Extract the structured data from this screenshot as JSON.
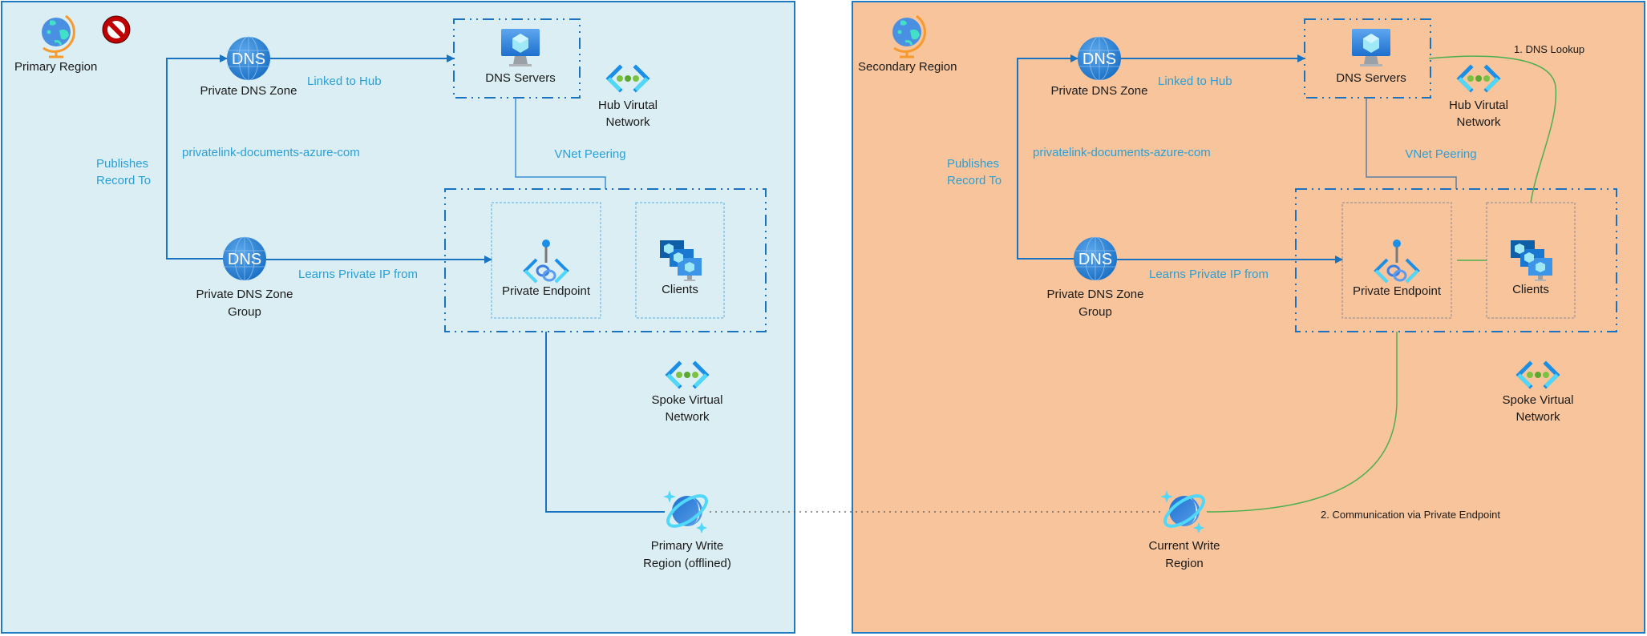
{
  "colors": {
    "primary_panel_bg": "#dbeef4",
    "secondary_panel_bg": "#f8c49b",
    "panel_border": "#1f7ac4",
    "connector_blue": "#1a73c0",
    "label_blue": "#2aa0d6",
    "flow_green": "#4caf50",
    "peering_slate": "#5a7ea6",
    "offline_red": "#c00000"
  },
  "panels": [
    {
      "id": "primary",
      "region_label": "Primary Region",
      "region_icon": "globe-icon",
      "status_icon": "no-entry-icon",
      "dns_zone": {
        "label": "Private DNS Zone",
        "icon_text": "DNS"
      },
      "dns_zone_group": {
        "label_line1": "Private DNS Zone",
        "label_line2": "Group",
        "icon_text": "DNS"
      },
      "linked_to_hub": "Linked to Hub",
      "publishes_line1": "Publishes",
      "publishes_line2": "Record To",
      "zone_name": "privatelink-documents-azure-com",
      "learns_ip": "Learns Private IP from",
      "dns_servers": "DNS Servers",
      "hub_vnet_line1": "Hub Virutal",
      "hub_vnet_line2": "Network",
      "vnet_peering": "VNet Peering",
      "private_endpoint": "Private Endpoint",
      "clients": "Clients",
      "spoke_vnet_line1": "Spoke Virtual",
      "spoke_vnet_line2": "Network",
      "write_region_line1": "Primary Write",
      "write_region_line2": "Region (offlined)"
    },
    {
      "id": "secondary",
      "region_label": "Secondary Region",
      "region_icon": "globe-icon",
      "dns_zone": {
        "label": "Private DNS Zone",
        "icon_text": "DNS"
      },
      "dns_zone_group": {
        "label_line1": "Private DNS Zone",
        "label_line2": "Group",
        "icon_text": "DNS"
      },
      "linked_to_hub": "Linked to Hub",
      "publishes_line1": "Publishes",
      "publishes_line2": "Record To",
      "zone_name": "privatelink-documents-azure-com",
      "learns_ip": "Learns Private IP from",
      "dns_servers": "DNS Servers",
      "hub_vnet_line1": "Hub Virutal",
      "hub_vnet_line2": "Network",
      "vnet_peering": "VNet Peering",
      "private_endpoint": "Private Endpoint",
      "clients": "Clients",
      "spoke_vnet_line1": "Spoke Virtual",
      "spoke_vnet_line2": "Network",
      "write_region_line1": "Current Write",
      "write_region_line2": "Region"
    }
  ],
  "flows": {
    "dns_lookup": "1. DNS Lookup",
    "communication": "2. Communication  via Private Endpoint"
  }
}
